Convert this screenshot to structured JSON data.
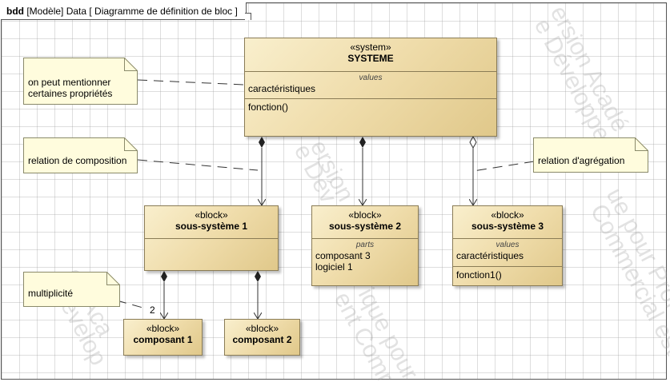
{
  "frame": {
    "keyword": "bdd",
    "title": "[Modèle] Data [ Diagramme de définition de bloc ]"
  },
  "watermarks": [
    "ersion Acadé",
    "e Développe",
    "ue pour Professeu",
    "Commercial est stri",
    "ersion",
    "e Dév",
    "on Aca",
    "Dévelop",
    "ique pour",
    "ent Comr"
  ],
  "blocks": {
    "systeme": {
      "stereotype": "«system»",
      "name": "SYSTEME",
      "values_title": "values",
      "values": [
        "caractéristiques"
      ],
      "operations": [
        "fonction()"
      ]
    },
    "ss1": {
      "stereotype": "«block»",
      "name": "sous-système 1"
    },
    "ss2": {
      "stereotype": "«block»",
      "name": "sous-système 2",
      "parts_title": "parts",
      "parts": [
        "composant 3",
        "logiciel 1"
      ]
    },
    "ss3": {
      "stereotype": "«block»",
      "name": "sous-système 3",
      "values_title": "values",
      "values": [
        "caractéristiques"
      ],
      "operations": [
        "fonction1()"
      ]
    },
    "c1": {
      "stereotype": "«block»",
      "name": "composant 1"
    },
    "c2": {
      "stereotype": "«block»",
      "name": "composant 2"
    }
  },
  "notes": {
    "n1": [
      "on peut mentionner",
      "certaines propriétés"
    ],
    "n2": [
      "relation de composition"
    ],
    "n3": [
      "relation d'agrégation"
    ],
    "n4": [
      "multiplicité"
    ]
  },
  "multiplicity": "2",
  "colors": {
    "block_light": "#f9efcd",
    "block_dark": "#e0c88a",
    "note": "#fffcdd",
    "border": "#8a7c56"
  }
}
